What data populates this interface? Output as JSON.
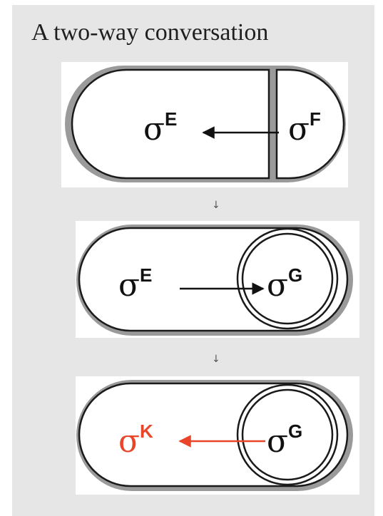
{
  "title": "A two-way conversation",
  "colors": {
    "background": "#e6e6e6",
    "cell_fill": "#ffffff",
    "outline": "#1a1a1a",
    "text": "#111111",
    "highlight": "#e8452a"
  },
  "stages": [
    {
      "mother_cell": {
        "symbol": "σ",
        "superscript": "E"
      },
      "forespore": {
        "symbol": "σ",
        "superscript": "F"
      },
      "signal_direction": "forespore-to-mother-cell"
    },
    {
      "mother_cell": {
        "symbol": "σ",
        "superscript": "E"
      },
      "forespore": {
        "symbol": "σ",
        "superscript": "G"
      },
      "signal_direction": "mother-cell-to-forespore"
    },
    {
      "mother_cell": {
        "symbol": "σ",
        "superscript": "K",
        "color": "#e8452a"
      },
      "forespore": {
        "symbol": "σ",
        "superscript": "G"
      },
      "signal_direction": "forespore-to-mother-cell",
      "arrow_color": "#e8452a"
    }
  ],
  "step_arrows": [
    "↓",
    "↓"
  ]
}
